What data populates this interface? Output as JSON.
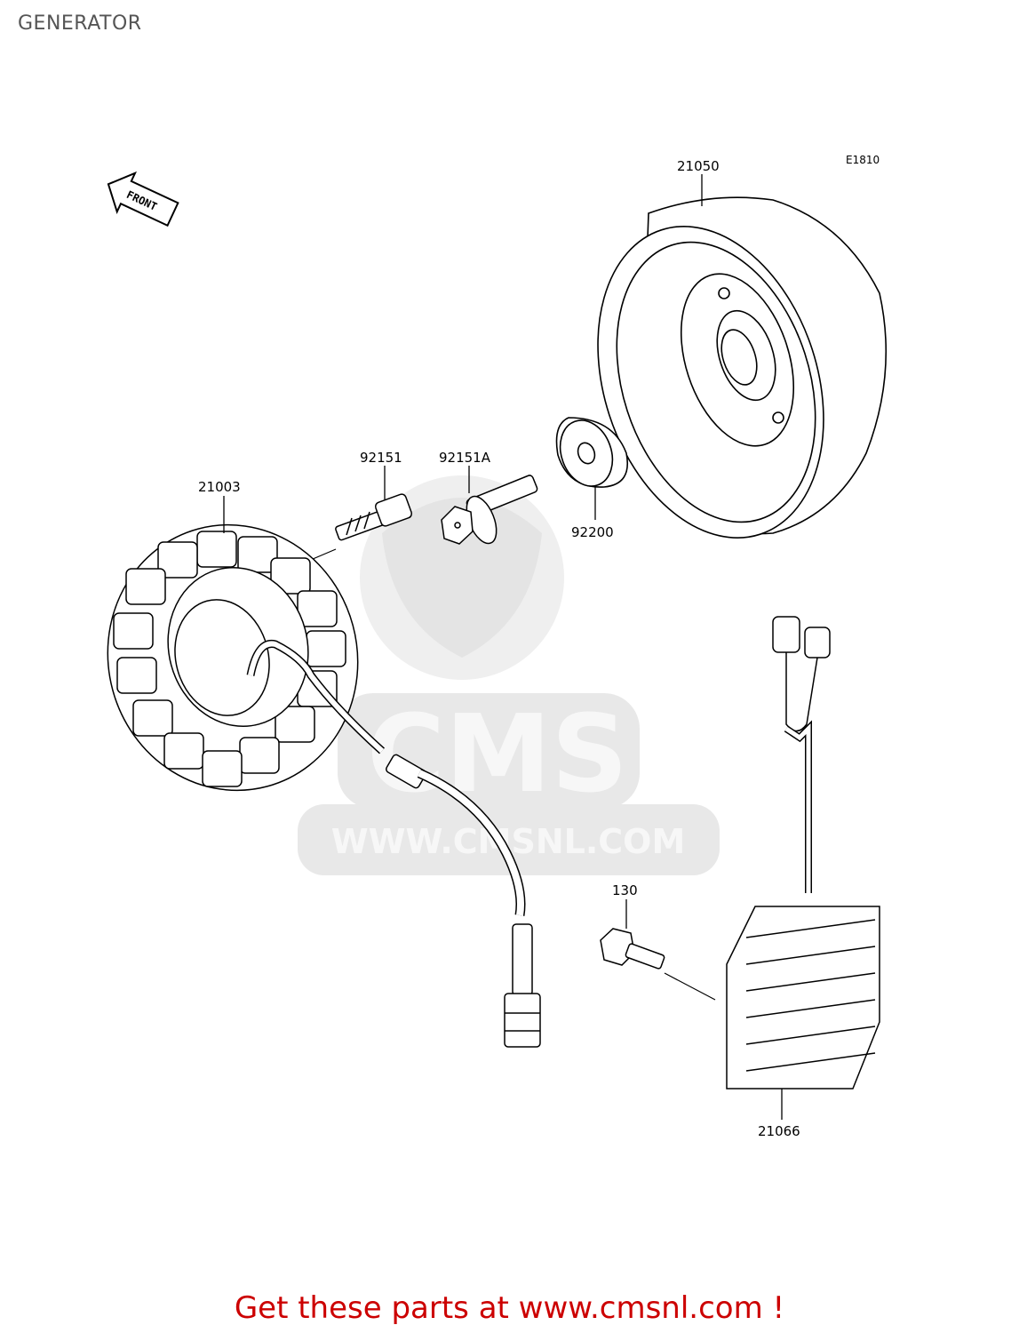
{
  "page": {
    "title": "GENERATOR"
  },
  "diagram": {
    "code": "E1810",
    "front_label": "FRONT",
    "callouts": [
      "21050",
      "21003",
      "92151",
      "92151A",
      "92200",
      "130",
      "21066"
    ]
  },
  "watermark": {
    "logo_text": "CMS",
    "url_text": "WWW.CMSNL.COM"
  },
  "promo": {
    "text": "Get these parts at www.cmsnl.com !"
  },
  "colors": {
    "promo_red": "#cc0000",
    "line": "#000000",
    "title_gray": "#555555",
    "watermark_gray": "#e6e6e6"
  }
}
